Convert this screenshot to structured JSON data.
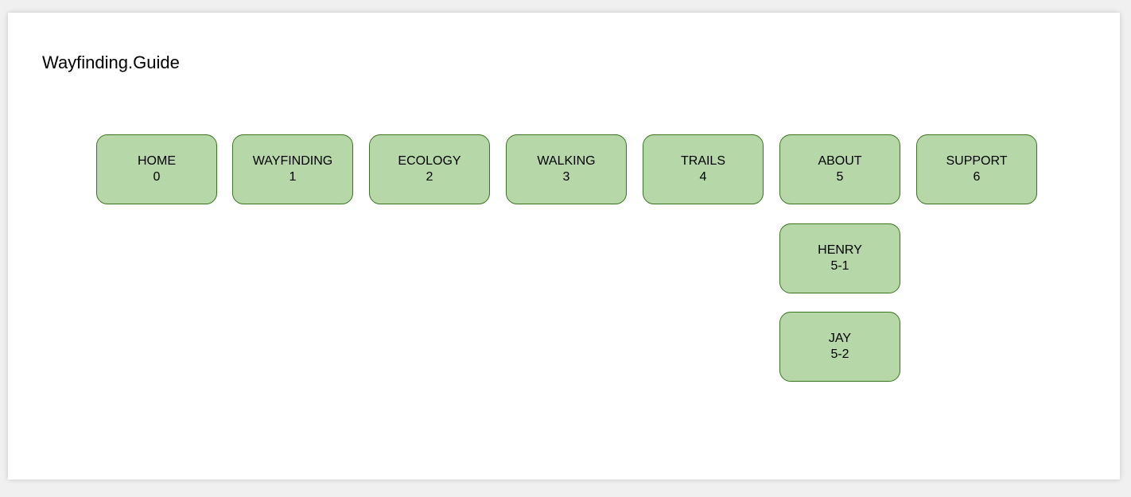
{
  "title": "Wayfinding.Guide",
  "colors": {
    "node_fill": "#b6d7a8",
    "node_border": "#38761d",
    "background": "#ffffff"
  },
  "nodes": [
    {
      "label": "HOME",
      "number": "0"
    },
    {
      "label": "WAYFINDING",
      "number": "1"
    },
    {
      "label": "ECOLOGY",
      "number": "2"
    },
    {
      "label": "WALKING",
      "number": "3"
    },
    {
      "label": "TRAILS",
      "number": "4"
    },
    {
      "label": "ABOUT",
      "number": "5"
    },
    {
      "label": "SUPPORT",
      "number": "6"
    },
    {
      "label": "HENRY",
      "number": "5-1"
    },
    {
      "label": "JAY",
      "number": "5-2"
    }
  ]
}
